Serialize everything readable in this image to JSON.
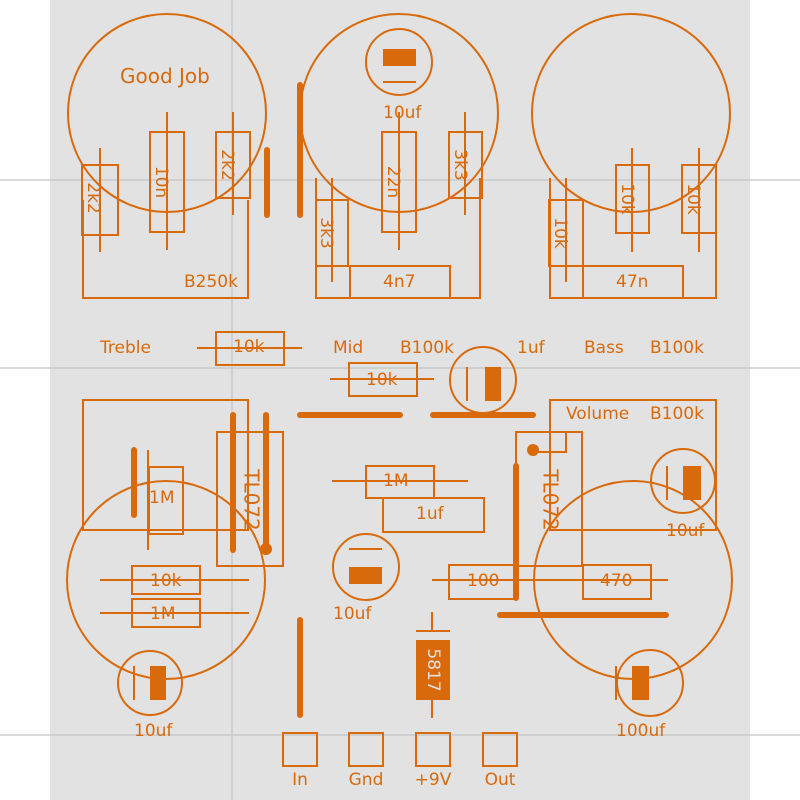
{
  "colors": {
    "board": "#e2e2e2",
    "trace": "#d96a0b",
    "grid": "#c4c4c4",
    "page": "#ffffff"
  },
  "title": "Good Job",
  "pots": {
    "treble": "B250k",
    "mid": "B100k",
    "bass": "B100k",
    "volume": "B100k"
  },
  "labels": {
    "treble": "Treble",
    "mid": "Mid",
    "bass": "Bass",
    "volume": "Volume"
  },
  "components": {
    "r_2k2_left": "2k2",
    "c_10n": "10n",
    "r_2k2_right": "2k2",
    "c_10uf_top": "10uf",
    "r_3k3_left": "3k3",
    "c_22n": "22n",
    "r_3k3_right": "3k3",
    "c_4n7": "4n7",
    "r_10k_bass_a": "10k",
    "r_10k_bass_b": "10k",
    "r_10k_bass_c": "10k",
    "c_47n": "47n",
    "r_10k_treble": "10k",
    "r_10k_mid": "10k",
    "c_1uf_top": "1uf",
    "ic_left": "TL072",
    "ic_right": "TL072",
    "r_1m_left": "1M",
    "r_10k_low": "10k",
    "r_1m_low": "1M",
    "c_10uf_left": "10uf",
    "r_1m_center": "1M",
    "c_1uf_center": "1uf",
    "c_10uf_center": "10uf",
    "r_100": "100",
    "r_470": "470",
    "c_10uf_right": "10uf",
    "d_5817": "5817",
    "c_100uf": "100uf"
  },
  "pads": {
    "in": "In",
    "gnd": "Gnd",
    "v9": "+9V",
    "out": "Out"
  }
}
